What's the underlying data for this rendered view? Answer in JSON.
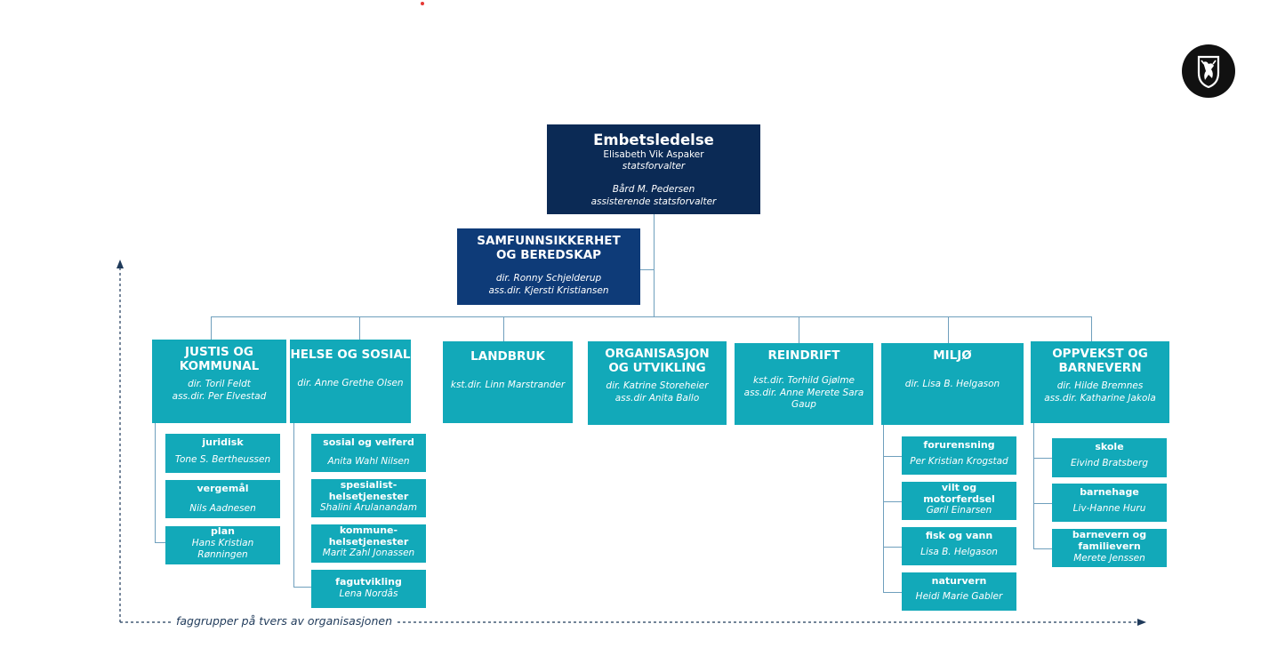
{
  "leadership": {
    "title": "Embetsledelse",
    "name1": "Elisabeth Vik Aspaker",
    "role1": "statsforvalter",
    "name2": "Bård M. Pedersen",
    "role2": "assisterende statsforvalter"
  },
  "safety": {
    "title_line1": "SAMFUNNSIKKERHET",
    "title_line2": "OG BEREDSKAP",
    "dir": "dir. Ronny Schjelderup",
    "assdir": "ass.dir. Kjersti Kristiansen"
  },
  "departments": [
    {
      "t1": "JUSTIS OG",
      "t2": "KOMMUNAL",
      "d1": "dir. Toril Feldt",
      "d2": "ass.dir. Per Elvestad"
    },
    {
      "t1": "HELSE OG SOSIAL",
      "t2": "",
      "d1": "dir. Anne Grethe Olsen",
      "d2": ""
    },
    {
      "t1": "LANDBRUK",
      "t2": "",
      "d1": "kst.dir. Linn Marstrander",
      "d2": ""
    },
    {
      "t1": "ORGANISASJON",
      "t2": "OG UTVIKLING",
      "d1": "dir. Katrine Storeheier",
      "d2": "ass.dir Anita Ballo"
    },
    {
      "t1": "REINDRIFT",
      "t2": "",
      "d1": "kst.dir. Torhild Gjølme",
      "d2": "ass.dir. Anne Merete Sara",
      "d3": "Gaup"
    },
    {
      "t1": "MILJØ",
      "t2": "",
      "d1": "dir. Lisa B. Helgason",
      "d2": ""
    },
    {
      "t1": "OPPVEKST OG",
      "t2": "BARNEVERN",
      "d1": "dir. Hilde Bremnes",
      "d2": "ass.dir. Katharine Jakola"
    }
  ],
  "justis_units": [
    {
      "t1": "juridisk",
      "t2": "",
      "p1": "Tone S. Bertheussen",
      "p2": ""
    },
    {
      "t1": "vergemål",
      "t2": "",
      "p1": "Nils Aadnesen",
      "p2": ""
    },
    {
      "t1": "plan",
      "t2": "",
      "p1": "Hans Kristian",
      "p2": "Rønningen"
    }
  ],
  "helse_units": [
    {
      "t1": "sosial og velferd",
      "t2": "",
      "p1": "Anita Wahl Nilsen",
      "p2": ""
    },
    {
      "t1": "spesialist-",
      "t2": "helsetjenester",
      "p1": "Shalini Arulanandam",
      "p2": ""
    },
    {
      "t1": "kommune-",
      "t2": "helsetjenester",
      "p1": "Marit Zahl Jonassen",
      "p2": ""
    },
    {
      "t1": "fagutvikling",
      "t2": "",
      "p1": "Lena Nordås",
      "p2": ""
    }
  ],
  "miljo_units": [
    {
      "t1": "forurensning",
      "t2": "",
      "p1": "Per Kristian Krogstad",
      "p2": ""
    },
    {
      "t1": "vilt og",
      "t2": "motorferdsel",
      "p1": "Gøril Einarsen",
      "p2": ""
    },
    {
      "t1": "fisk og vann",
      "t2": "",
      "p1": "Lisa B. Helgason",
      "p2": ""
    },
    {
      "t1": "naturvern",
      "t2": "",
      "p1": "Heidi Marie Gabler",
      "p2": ""
    }
  ],
  "oppvekst_units": [
    {
      "t1": "skole",
      "t2": "",
      "p1": "Eivind Bratsberg",
      "p2": ""
    },
    {
      "t1": "barnehage",
      "t2": "",
      "p1": "Liv-Hanne Huru",
      "p2": ""
    },
    {
      "t1": "barnevern og",
      "t2": "familievern",
      "p1": "Merete Jenssen",
      "p2": ""
    }
  ],
  "footer": {
    "label": "faggrupper på tvers av organisasjonen"
  },
  "icons": {
    "emblem": "coat-of-arms-icon"
  },
  "colors": {
    "navy": "#0b2a55",
    "blue": "#0e3b78",
    "teal": "#12a9b9"
  }
}
